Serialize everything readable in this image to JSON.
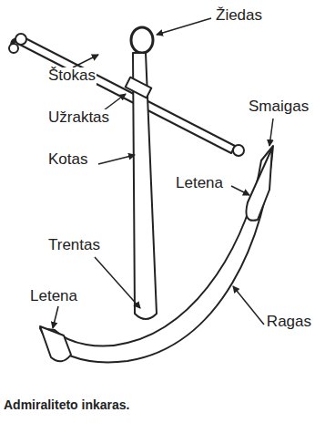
{
  "diagram": {
    "caption": "Admiraliteto inkaras.",
    "labels": [
      "Žiedas",
      "Štokas",
      "Smaigas",
      "Užraktas",
      "Kotas",
      "Letena",
      "Trentas",
      "Letena",
      "Ragas"
    ]
  }
}
